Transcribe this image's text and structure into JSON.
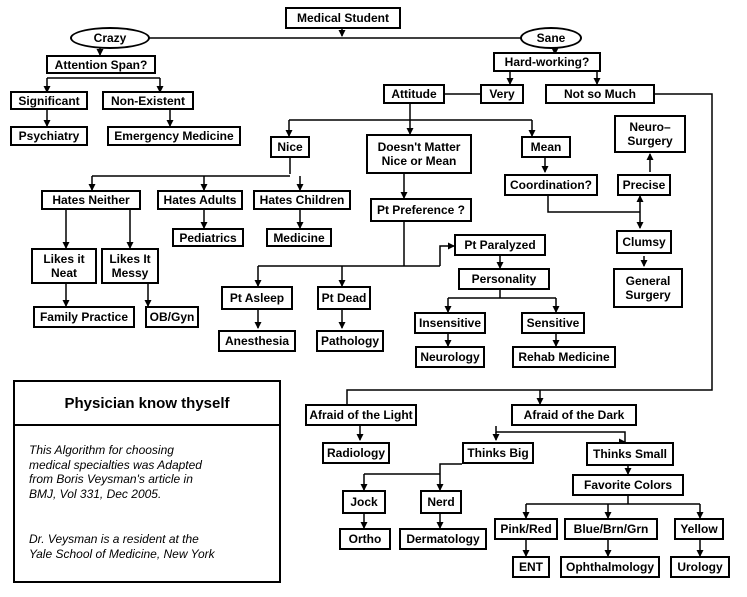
{
  "nodes": {
    "medical_student": "Medical Student",
    "crazy": "Crazy",
    "sane": "Sane",
    "attention_span": "Attention Span?",
    "significant": "Significant",
    "non_existent": "Non-Existent",
    "psychiatry": "Psychiatry",
    "emergency_medicine": "Emergency Medicine",
    "hard_working": "Hard-working?",
    "attitude": "Attitude",
    "very": "Very",
    "not_so_much": "Not so Much",
    "nice": "Nice",
    "doesnt_matter": "Doesn't Matter\nNice  or  Mean",
    "mean": "Mean",
    "neurosurgery": "Neuro–\nSurgery",
    "coordination": "Coordination?",
    "precise": "Precise",
    "clumsy": "Clumsy",
    "general_surgery": "General\nSurgery",
    "hates_neither": "Hates Neither",
    "hates_adults": "Hates Adults",
    "hates_children": "Hates Children",
    "pediatrics": "Pediatrics",
    "medicine": "Medicine",
    "pt_preference": "Pt Preference ?",
    "likes_neat": "Likes it\nNeat",
    "likes_messy": "Likes It\nMessy",
    "family_practice": "Family Practice",
    "ob_gyn": "OB/Gyn",
    "pt_paralyzed": "Pt Paralyzed",
    "personality": "Personality",
    "pt_asleep": "Pt  Asleep",
    "pt_dead": "Pt Dead",
    "anesthesia": "Anesthesia",
    "pathology": "Pathology",
    "insensitive": "Insensitive",
    "sensitive": "Sensitive",
    "neurology": "Neurology",
    "rehab_medicine": "Rehab Medicine",
    "afraid_light": "Afraid of the Light",
    "afraid_dark": "Afraid of the Dark",
    "radiology": "Radiology",
    "thinks_big": "Thinks Big",
    "thinks_small": "Thinks Small",
    "jock": "Jock",
    "nerd": "Nerd",
    "favorite_colors": "Favorite  Colors",
    "ortho": "Ortho",
    "dermatology": "Dermatology",
    "pink_red": "Pink/Red",
    "blue_brn_grn": "Blue/Brn/Grn",
    "yellow": "Yellow",
    "ent": "ENT",
    "ophthalmology": "Ophthalmology",
    "urology": "Urology"
  },
  "legend": {
    "title": "Physician know thyself",
    "paragraph1": "This Algorithm for choosing\nmedical specialties was Adapted\nfrom  Boris Veysman's article in\nBMJ, Vol 331, Dec 2005.",
    "paragraph2": "Dr. Veysman is a resident at the\nYale School of Medicine, New York"
  }
}
